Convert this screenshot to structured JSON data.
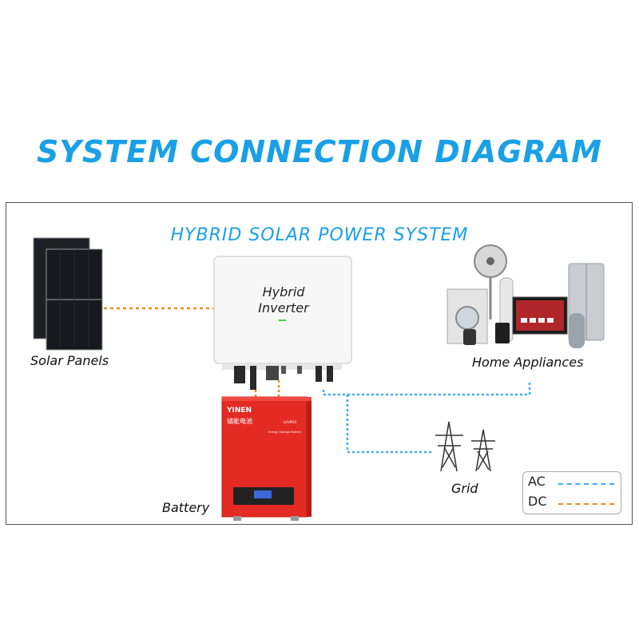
{
  "title": "SYSTEM CONNECTION DIAGRAM",
  "subtitle": "HYBRID SOLAR POWER SYSTEM",
  "nodes": {
    "solar_panels": "Solar Panels",
    "inverter_line1": "Hybrid",
    "inverter_line2": "Inverter",
    "home_appliances": "Home Appliances",
    "battery": "Battery",
    "grid": "Grid"
  },
  "battery_brand": "YINEN",
  "battery_text_cn": "储能电池",
  "battery_model": "LiFePO4",
  "battery_subtitle": "Energy Storage Battery",
  "legend": [
    {
      "label": "AC",
      "color": "#3fa9f5"
    },
    {
      "label": "DC",
      "color": "#f08a1a"
    }
  ],
  "colors": {
    "accent": "#1aa0e6",
    "ac": "#3fa9f5",
    "dc": "#f08a1a"
  }
}
